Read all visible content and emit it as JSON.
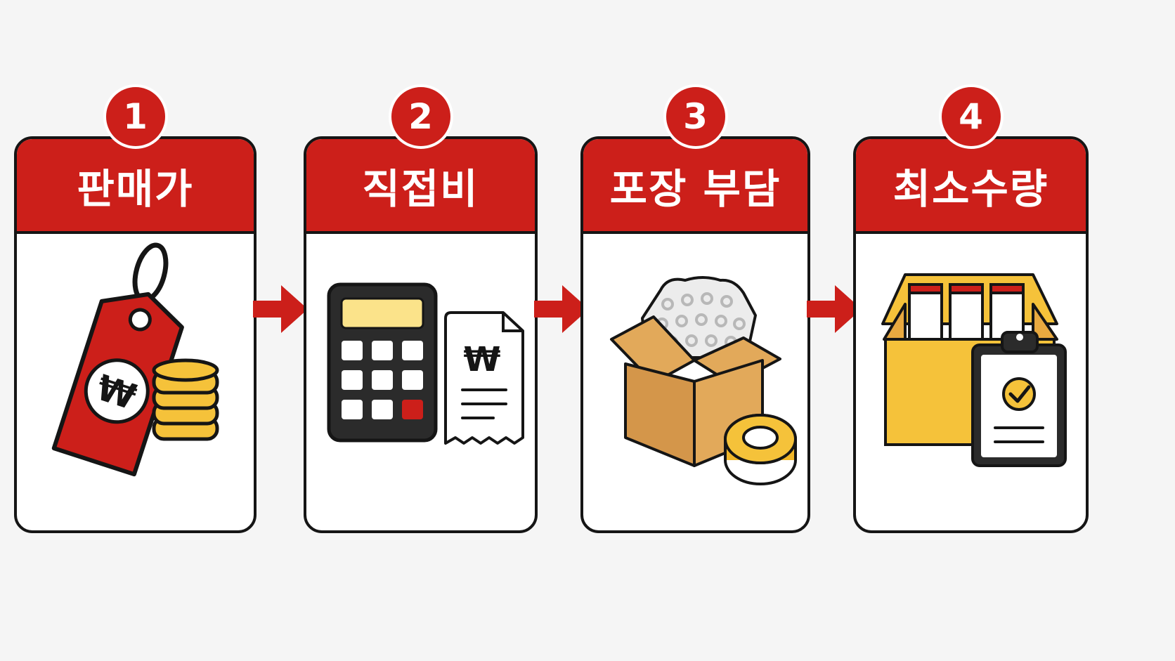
{
  "steps": [
    {
      "number": "1",
      "title": "판매가",
      "icon": "price-tag-coins-icon"
    },
    {
      "number": "2",
      "title": "직접비",
      "icon": "calculator-receipt-icon"
    },
    {
      "number": "3",
      "title": "포장 부담",
      "icon": "packing-box-tape-icon"
    },
    {
      "number": "4",
      "title": "최소수량",
      "icon": "box-clipboard-check-icon"
    }
  ],
  "currency_symbol": "₩",
  "colors": {
    "accent_red": "#cc1f1a",
    "outline": "#151515",
    "gold": "#f5c23a",
    "cardboard": "#e2a95a",
    "background": "#f5f5f5"
  }
}
